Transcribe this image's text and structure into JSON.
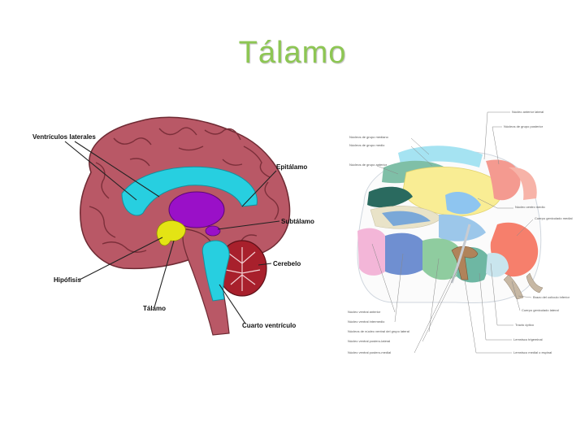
{
  "title": "Tálamo",
  "brain_labels": {
    "ventriculos": "Ventrículos laterales",
    "epitalamo": "Epitálamo",
    "subtalamo": "Subtálamo",
    "cerebelo": "Cerebelo",
    "hipofisis": "Hipófisis",
    "talamo": "Tálamo",
    "cuarto": "Cuarto ventrículo"
  },
  "nuclei_labels": {
    "t1": "Núcleo anterior lateral",
    "t2": "Núcleos de grupo posterior",
    "t3": "Núcleos de grupo mediano",
    "t4": "Núcleos de grupo medio",
    "t5": "Núcleos de grupo anterior",
    "r1": "Núcleo centro medio",
    "r2": "Cuerpo geniculado medial",
    "r3": "Brazo del colículo inferior",
    "r4": "Cuerpo geniculado lateral",
    "r5": "Tracto óptico",
    "r6": "Lemnisco trigeminal",
    "r7": "Lemnisco medial o espinal",
    "b1": "Núcleo ventral anterior",
    "b2": "Núcleo ventral intermedio",
    "b3": "Núcleos de núcleo ventral del grupo lateral",
    "b4": "Núcleo ventral postero-lateral",
    "b5": "Núcleo ventral postero-medial"
  }
}
